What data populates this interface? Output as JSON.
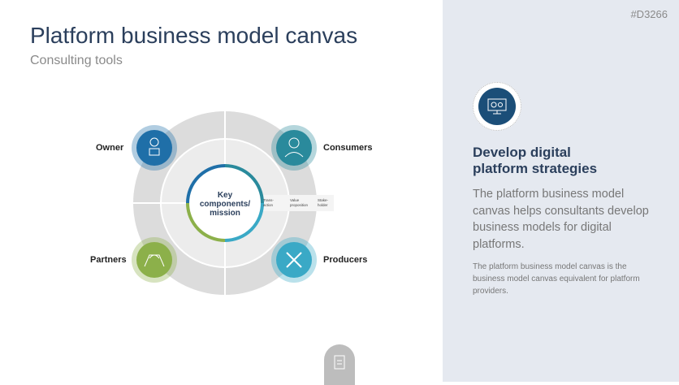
{
  "header": {
    "title": "Platform business model canvas",
    "subtitle": "Consulting tools",
    "code": "#D3266"
  },
  "diagram": {
    "center": "Key components/ mission",
    "strip": [
      "Trans-\naction",
      "Value\nproposition",
      "Stake-\nholder"
    ],
    "strip_l1": [
      "Trans-",
      "Value",
      "Stake-"
    ],
    "strip_l2": [
      "action",
      "proposition",
      "holder"
    ],
    "quadrants": [
      {
        "label": "Owner",
        "icon": "person-reading-icon",
        "color": "#1f6fa8"
      },
      {
        "label": "Consumers",
        "icon": "person-icon",
        "color": "#2a8a9c"
      },
      {
        "label": "Partners",
        "icon": "handshake-icon",
        "color": "#8cb04a"
      },
      {
        "label": "Producers",
        "icon": "tools-icon",
        "color": "#3aa9c6"
      }
    ]
  },
  "panel": {
    "icon": "monitor-gear-icon",
    "heading_line1": "Develop digital",
    "heading_line2": "platform strategies",
    "body": "The platform business model canvas helps consultants develop business models for digital platforms.",
    "note": "The platform business model canvas is the business model canvas equivalent for platform providers."
  },
  "footer": {
    "icon": "clipboard-icon"
  }
}
